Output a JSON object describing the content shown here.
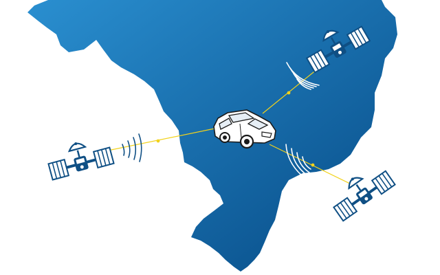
{
  "scene": {
    "background": "#ffffff",
    "map": {
      "region": "brazil",
      "gradient_start": "#2a8fd0",
      "gradient_end": "#064a85"
    },
    "vehicle": {
      "kind": "hatchback-car",
      "body": "#ffffff",
      "outline": "#1b1b1b"
    },
    "satellites": [
      {
        "id": "satellite-northeast",
        "kind": "communication-satellite"
      },
      {
        "id": "satellite-west",
        "kind": "communication-satellite"
      },
      {
        "id": "satellite-southeast",
        "kind": "communication-satellite"
      }
    ],
    "signal_line": "#f2d21b",
    "signal_wave": "#ffffff",
    "satellite_color": "#0f4f84"
  }
}
